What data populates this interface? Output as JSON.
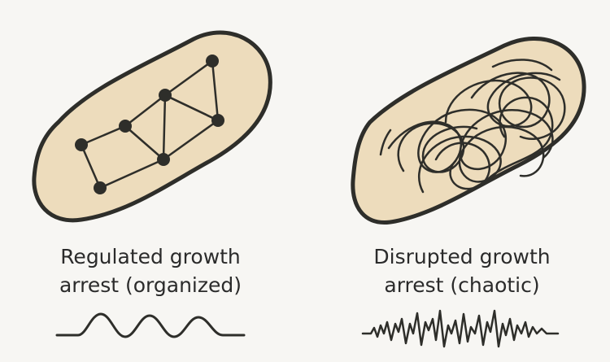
{
  "panels": [
    {
      "caption_line1": "Regulated growth",
      "caption_line2": "arrest (organized)"
    },
    {
      "caption_line1": "Disrupted growth",
      "caption_line2": "arrest (chaotic)"
    }
  ],
  "colors": {
    "cell_fill": "#eddcbc",
    "outline": "#2e2e2a",
    "background": "#f7f6f3"
  }
}
